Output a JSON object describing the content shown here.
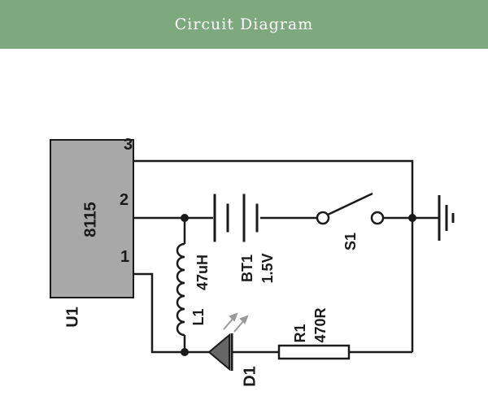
{
  "header": {
    "title": "Circuit Diagram"
  },
  "colors": {
    "header_bg": "#7ea87e",
    "ic_fill": "#a8a8a8",
    "wire": "#1a1a1a",
    "led_fill": "#666666"
  },
  "diagram": {
    "ic": {
      "ref": "U1",
      "part": "8115",
      "pins": [
        "3",
        "2",
        "1"
      ]
    },
    "battery": {
      "ref": "BT1",
      "value": "1.5V"
    },
    "inductor": {
      "ref": "L1",
      "value": "47uH"
    },
    "switch": {
      "ref": "S1"
    },
    "led": {
      "ref": "D1"
    },
    "resistor": {
      "ref": "R1",
      "value": "470R"
    }
  }
}
